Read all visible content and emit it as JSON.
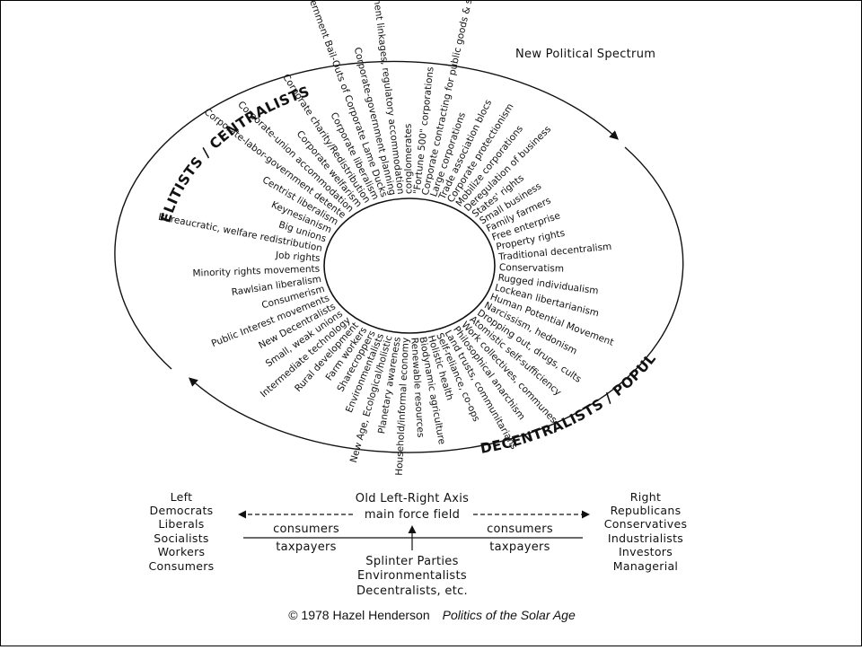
{
  "title": "New Political Spectrum",
  "arc_labels": {
    "top_left": "ELITISTS / CENTRALISTS",
    "bottom_right": "DECENTRALISTS / POPULISTS"
  },
  "spokes": [
    "Corporate-government linkages, regulatory accommodation",
    "Corporate-government planning",
    "Government Bail-Outs of Corporate Lame Ducks",
    "Corporate liberalism",
    "Corporate charity/Redistribution",
    "Corporate welfarism",
    "Corporate-union accommodation",
    "Corporate-labor-government detente",
    "Centrist liberalism",
    "Keynesianism",
    "Big unions",
    "Bureaucratic, welfare redistribution",
    "Job rights",
    "Minority rights movements",
    "Rawlsian liberalism",
    "Consumerism",
    "Public Interest movements",
    "New Decentralists",
    "Small, weak unions",
    "Intermediate technology",
    "Rural development",
    "Farm workers",
    "Sharecroppers",
    "Environmentalists",
    "New Age, Ecological/holistic",
    "Planetary awareness",
    "Household/informal economy",
    "Renewable resources",
    "Biodynamic agriculture",
    "Holistic health",
    "Self-reliance, co-ops",
    "Land trusts, communitarians",
    "Philosophical anarchism",
    "Work collectives, communes",
    "Atomistic self-sufficiency",
    "Dropping out, drugs, cults",
    "Narcissism, hedonism",
    "Human Potential Movement",
    "Lockean libertarianism",
    "Rugged individualism",
    "Conservatism",
    "Traditional decentralism",
    "Property rights",
    "Free enterprise",
    "Family farmers",
    "Small business",
    "States' rights",
    "Deregulation of business",
    "Mobilize corporations",
    "Corporate protectionism",
    "Trade association blocs",
    "Large corporations",
    "Corporate contracting for public goods & services",
    "\"Fortune 500\" corporations",
    "conglomerates"
  ],
  "axis": {
    "title": "Old Left-Right Axis",
    "subtitle": "main force field",
    "left_above": "consumers",
    "left_below": "taxpayers",
    "right_above": "consumers",
    "right_below": "taxpayers",
    "center": [
      "Splinter Parties",
      "Environmentalists",
      "Decentralists, etc."
    ]
  },
  "left_column": [
    "Left",
    "Democrats",
    "Liberals",
    "Socialists",
    "Workers",
    "Consumers"
  ],
  "right_column": [
    "Right",
    "Republicans",
    "Conservatives",
    "Industrialists",
    "Investors",
    "Managerial"
  ],
  "caption": {
    "copyright": "© 1978 Hazel Henderson",
    "book": "Politics of the Solar Age"
  }
}
